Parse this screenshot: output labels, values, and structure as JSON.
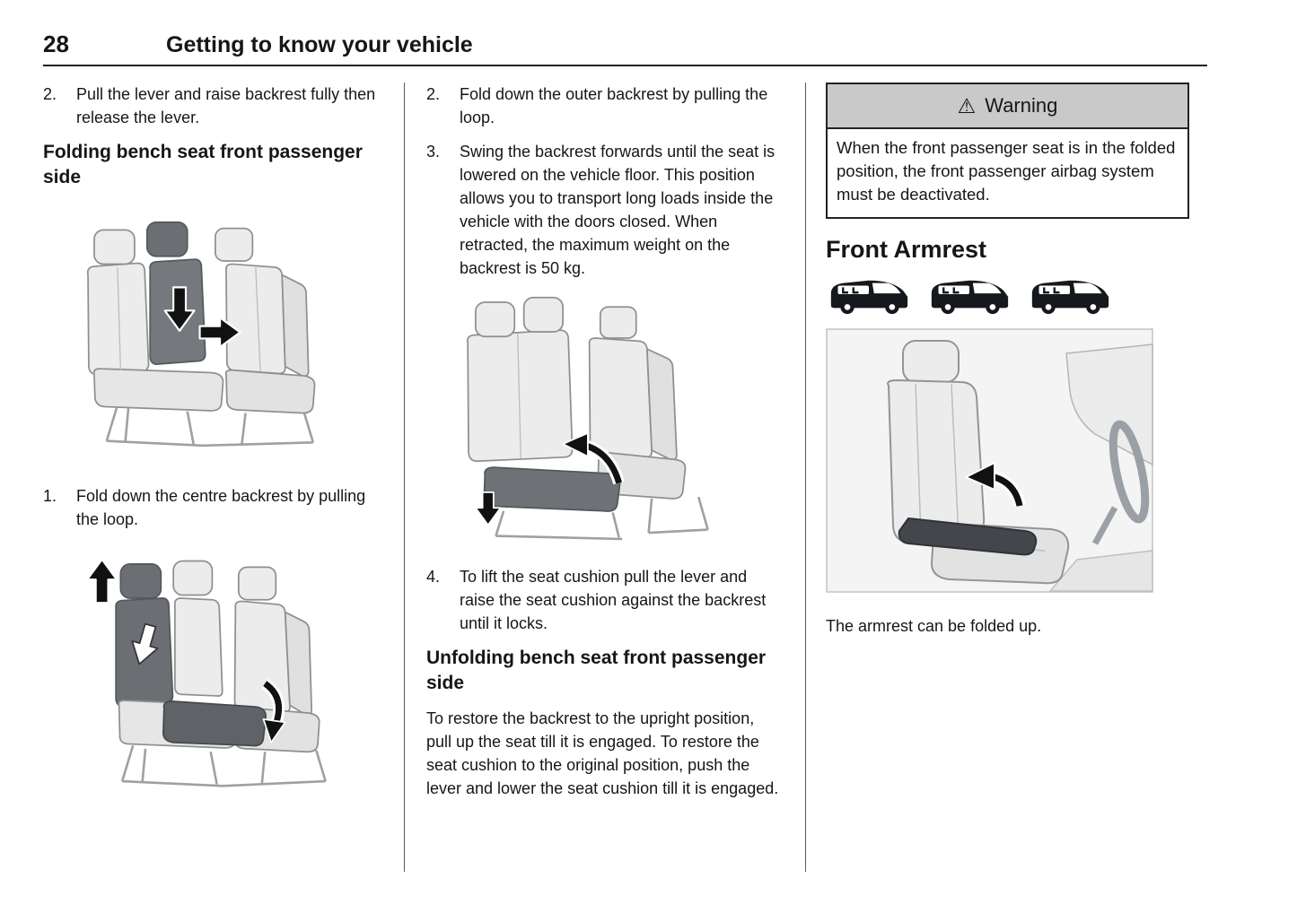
{
  "header": {
    "page_number": "28",
    "title": "Getting to know your vehicle"
  },
  "left_column": {
    "step2": {
      "num": "2.",
      "text": "Pull the lever and raise backrest fully then release the lever."
    },
    "heading": "Folding bench seat front passenger side",
    "step1": {
      "num": "1.",
      "text": "Fold down the centre backrest by pulling the loop."
    }
  },
  "middle_column": {
    "step2": {
      "num": "2.",
      "text": "Fold down the outer backrest by pulling the loop."
    },
    "step3": {
      "num": "3.",
      "text": "Swing the backrest forwards until the seat is lowered on the vehicle floor. This position allows you to transport long loads inside the vehicle with the doors closed. When retracted, the maximum weight on the backrest is 50 kg."
    },
    "step4": {
      "num": "4.",
      "text": "To lift the seat cushion pull the lever and raise the seat cushion against the backrest until it locks."
    },
    "heading": "Unfolding bench seat front passenger side",
    "paragraph": "To restore the backrest to the upright position, pull up the seat till it is engaged. To restore the seat cushion to the original position, push the lever and lower the seat cushion till it is engaged."
  },
  "right_column": {
    "warning": {
      "icon_glyph": "⚠",
      "title": "Warning",
      "body": "When the front passenger seat is in the folded position, the front passenger airbag system must be deactivated."
    },
    "heading": "Front Armrest",
    "caption": "The armrest can be folded up."
  },
  "colors": {
    "warning_header_bg": "#c9c9c9",
    "divider": "#5a5a5a",
    "highlight_seat": "#6b6f74"
  }
}
